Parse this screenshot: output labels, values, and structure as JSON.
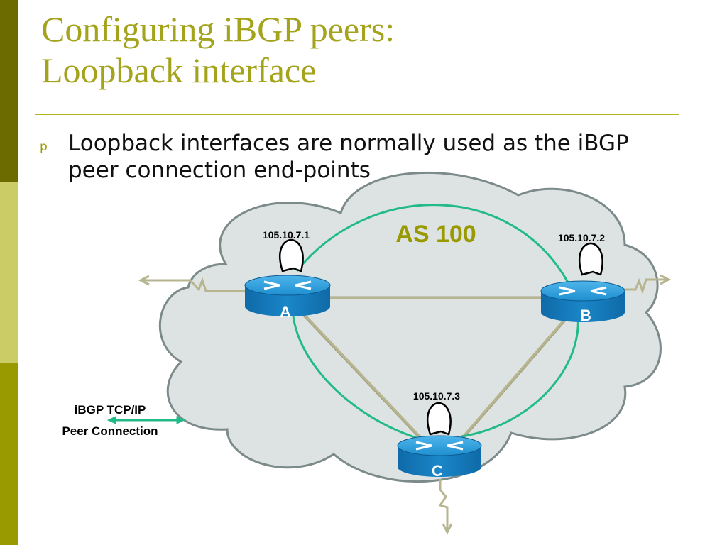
{
  "slide": {
    "title_line1": "Configuring iBGP peers:",
    "title_line2": "Loopback interface",
    "bullet_marker": "p",
    "bullet_text": "Loopback interfaces are normally used as the iBGP peer connection end-points"
  },
  "diagram": {
    "as_label": "AS 100",
    "routers": [
      {
        "name": "A",
        "loopback": "105.10.7.1"
      },
      {
        "name": "B",
        "loopback": "105.10.7.2"
      },
      {
        "name": "C",
        "loopback": "105.10.7.3"
      }
    ],
    "legend": {
      "line1": "iBGP TCP/IP",
      "line2": "Peer Connection"
    }
  },
  "colors": {
    "accent_dark": "#6b6b00",
    "accent_light": "#cccc66",
    "accent_mid": "#999900",
    "title": "#a3a31c",
    "cloud_fill": "#dde3e3",
    "cloud_stroke": "#7d8a8a",
    "ibgp_line": "#22bb88",
    "physical_link": "#b7b590",
    "router_blue": "#1a8fd0"
  }
}
